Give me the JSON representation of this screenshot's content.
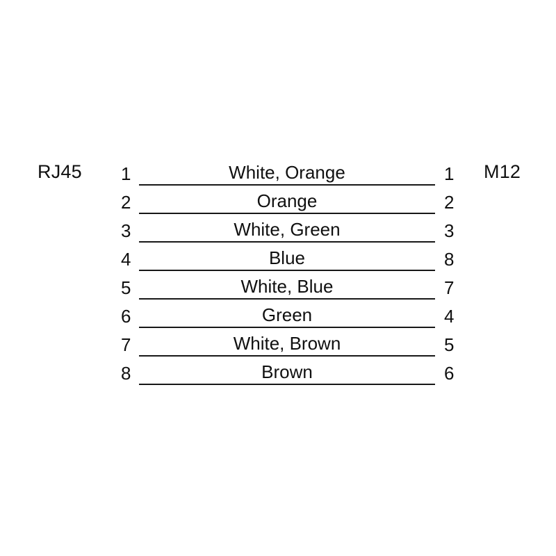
{
  "diagram": {
    "left_connector": "RJ45",
    "right_connector": "M12",
    "line_color": "#171717",
    "text_color": "#101010",
    "background": "#ffffff",
    "rows": [
      {
        "left_pin": "1",
        "label": "White, Orange",
        "right_pin": "1"
      },
      {
        "left_pin": "2",
        "label": "Orange",
        "right_pin": "2"
      },
      {
        "left_pin": "3",
        "label": "White, Green",
        "right_pin": "3"
      },
      {
        "left_pin": "4",
        "label": "Blue",
        "right_pin": "8"
      },
      {
        "left_pin": "5",
        "label": "White, Blue",
        "right_pin": "7"
      },
      {
        "left_pin": "6",
        "label": "Green",
        "right_pin": "4"
      },
      {
        "left_pin": "7",
        "label": "White, Brown",
        "right_pin": "5"
      },
      {
        "left_pin": "8",
        "label": "Brown",
        "right_pin": "6"
      }
    ]
  }
}
